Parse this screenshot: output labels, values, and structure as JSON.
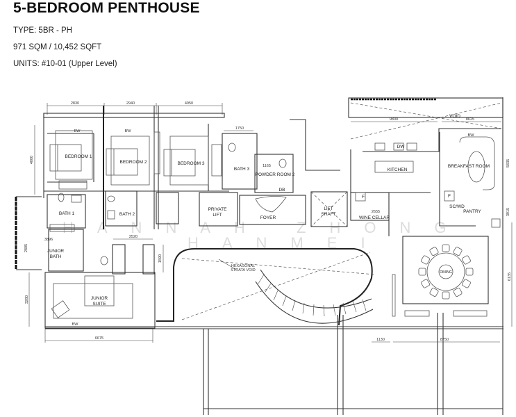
{
  "header": {
    "title": "5-BEDROOM PENTHOUSE",
    "type": "TYPE: 5BR - PH",
    "area": "971 SQM / 10,452 SQFT",
    "units": "UNITS:  #10-01 (Upper Level)"
  },
  "rooms": {
    "bedroom1": "BEDROOM 1",
    "bedroom2": "BEDROOM 2",
    "bedroom3": "BEDROOM 3",
    "bath1": "BATH 1",
    "bath2": "BATH 2",
    "bath3": "BATH 3",
    "powder_room": "POWDER ROOM 2",
    "private_lift_1": "PRIVATE",
    "private_lift_2": "LIFT",
    "foyer": "FOYER",
    "lift_shaft_1": "LIFT",
    "lift_shaft_2": "SHAFT",
    "kitchen": "KITCHEN",
    "breakfast_room": "BREAKFAST ROOM",
    "wine_cellar": "WINE CELLAR",
    "sc_wd": "SC/WD",
    "pantry": "PANTRY",
    "junior_bath_1": "JUNIOR",
    "junior_bath_2": "BATH",
    "junior_suite_1": "JUNIOR",
    "junior_suite_2": "SUITE",
    "dining": "DINING",
    "void": "VOID",
    "db": "DB",
    "dw": "DW",
    "f1": "F",
    "f2": "F"
  },
  "annotations": {
    "strata_void_1": "HEXAGONAL",
    "strata_void_2": "STRATA VOID",
    "bw1": "BW",
    "bw2": "BW",
    "bw3": "BW",
    "bw4": "BW"
  },
  "dimensions": {
    "d2830": "2830",
    "d2940": "2940",
    "d4950": "4950",
    "d4000": "4000",
    "d1750": "1750",
    "d9800": "9800",
    "d8625": "8625",
    "d1165": "1165",
    "d2655": "2655",
    "d2520": "2520",
    "d1590": "1590",
    "d3896": "3896",
    "d2805": "2805",
    "d3280": "3280",
    "d6675": "6675",
    "d1130": "1130",
    "d8750": "8750",
    "d6135": "6135",
    "d5835": "5835",
    "d3915": "3915"
  },
  "watermark": {
    "line1": "HANNAH ZHONG",
    "line2": "HANMEI"
  }
}
